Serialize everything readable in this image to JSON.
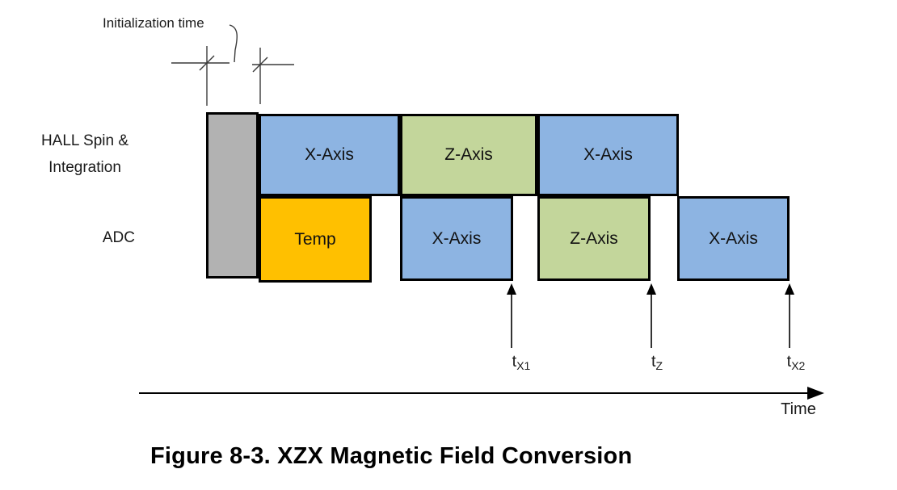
{
  "labels": {
    "initialization_time": "Initialization time",
    "row_hall_line1": "HALL Spin &",
    "row_hall_line2": "Integration",
    "row_adc": "ADC",
    "time_axis": "Time",
    "caption": "Figure 8-3. XZX Magnetic Field Conversion"
  },
  "blocks": {
    "hall": [
      {
        "label": "X-Axis",
        "color": "#8db4e2"
      },
      {
        "label": "Z-Axis",
        "color": "#c3d69b"
      },
      {
        "label": "X-Axis",
        "color": "#8db4e2"
      }
    ],
    "adc": [
      {
        "label": "Temp",
        "color": "#ffc000"
      },
      {
        "label": "X-Axis",
        "color": "#8db4e2"
      },
      {
        "label": "Z-Axis",
        "color": "#c3d69b"
      },
      {
        "label": "X-Axis",
        "color": "#8db4e2"
      }
    ],
    "init_block_color": "#b2b2b2"
  },
  "timestamps": [
    {
      "base": "t",
      "sub": "X1"
    },
    {
      "base": "t",
      "sub": "Z"
    },
    {
      "base": "t",
      "sub": "X2"
    }
  ],
  "colors": {
    "border": "#000000",
    "blue": "#8db4e2",
    "green": "#c3d69b",
    "orange": "#ffc000",
    "gray": "#b2b2b2"
  }
}
